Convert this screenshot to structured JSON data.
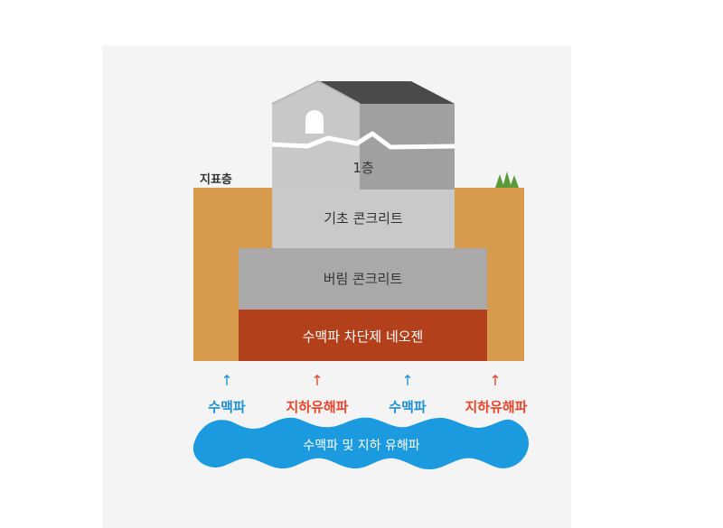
{
  "labels": {
    "ground_layer": "지표층",
    "first_floor": "1층",
    "foundation": "기초 콘크리트",
    "base_concrete": "버림 콘크리트",
    "barrier": "수맥파 차단제 네오젠",
    "wave_band": "수맥파 및 지하 유해파"
  },
  "sources": [
    {
      "label": "수맥파",
      "color": "#1f8fd6"
    },
    {
      "label": "지하유해파",
      "color": "#e8452c"
    },
    {
      "label": "수맥파",
      "color": "#1f8fd6"
    },
    {
      "label": "지하유해파",
      "color": "#e8452c"
    }
  ],
  "arrow_symbol": "↑",
  "colors": {
    "soil": "#d89a4c",
    "barrier": "#b2401b",
    "water": "#1c9ae0",
    "grass": "#5a9a3a",
    "foundation": "#c8c8c8",
    "base": "#a8a8a8",
    "roof": "#4a4a4a"
  }
}
